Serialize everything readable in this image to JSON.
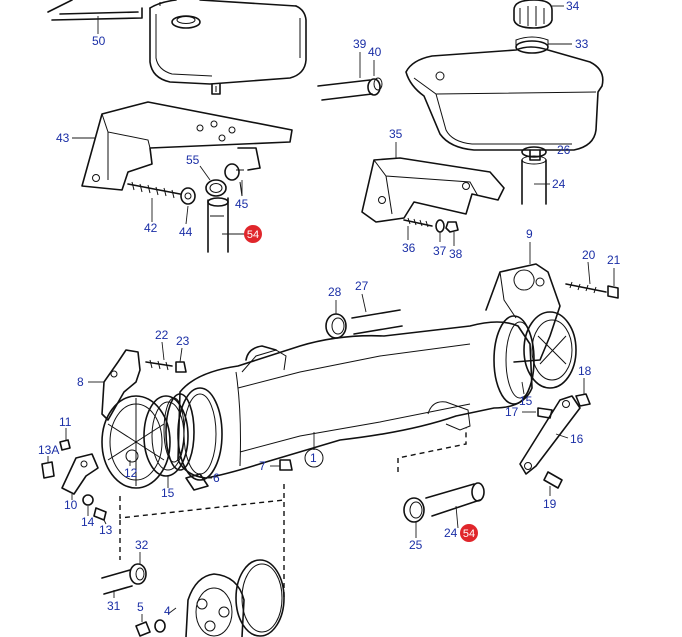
{
  "diagram": {
    "callouts": [
      "50",
      "34",
      "33",
      "39",
      "40",
      "43",
      "55",
      "45",
      "42",
      "44",
      "35",
      "26",
      "24",
      "36",
      "37",
      "38",
      "9",
      "20",
      "21",
      "28",
      "27",
      "22",
      "23",
      "8",
      "15",
      "18",
      "11",
      "12",
      "13A",
      "17",
      "16",
      "7",
      "1",
      "6",
      "10",
      "14",
      "13",
      "19",
      "25",
      "24",
      "32",
      "31",
      "5",
      "4"
    ],
    "badges": [
      "54",
      "54"
    ],
    "colors": {
      "callout_text": "#1b2fa6",
      "badge_fill": "#e0262b",
      "line": "#111111"
    }
  }
}
